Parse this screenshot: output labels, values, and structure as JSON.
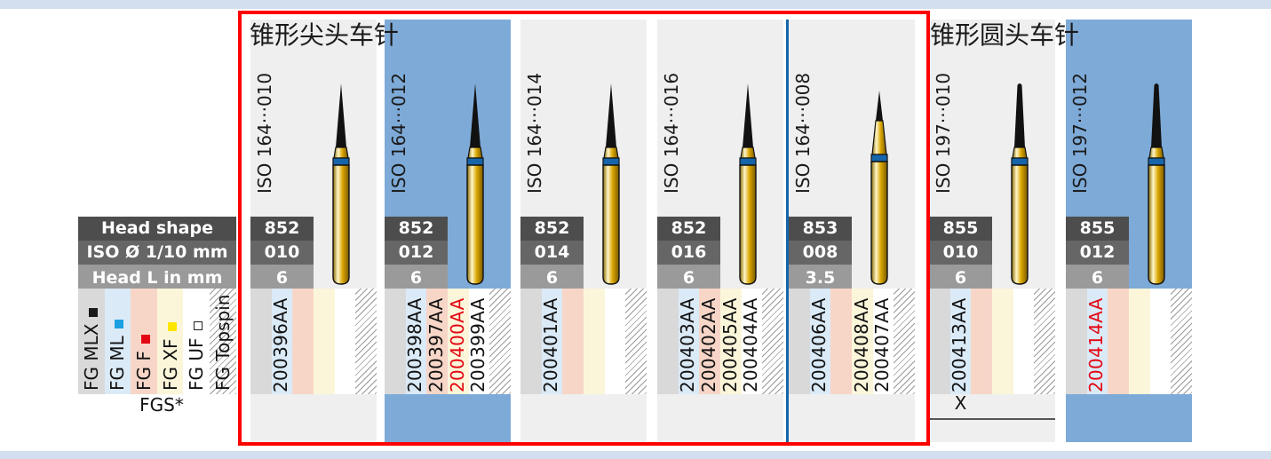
{
  "sections": [
    {
      "title": "锥形尖头车针",
      "type": "tapered-pointed"
    },
    {
      "title": "锥形圆头车针",
      "type": "tapered-round"
    }
  ],
  "legend": {
    "rows": [
      "Head shape",
      "ISO Ø 1/10 mm",
      "Head L in mm"
    ],
    "grades": [
      {
        "label": "FG MLX",
        "color": "#1a1a1a",
        "swatch": "filled-black"
      },
      {
        "label": "FG ML",
        "color": "#1ba1e2",
        "swatch": "filled-cyan"
      },
      {
        "label": "FG F",
        "color": "#e30613",
        "swatch": "filled-red"
      },
      {
        "label": "FG XF",
        "color": "#ffe600",
        "swatch": "filled-yellow"
      },
      {
        "label": "FG UF",
        "color": "#ffffff",
        "swatch": "outline-white"
      },
      {
        "label": "FG Topspin",
        "color": "#bbbbbb",
        "swatch": "hatched"
      }
    ],
    "footer": "FGS*"
  },
  "columns": [
    {
      "iso": "ISO 164···010",
      "head_shape": "852",
      "iso_dia": "010",
      "head_len": "6",
      "highlight": false,
      "codes": {
        "mlx": "",
        "ml": "200396AA",
        "f": "",
        "xf": "",
        "uf": "",
        "topspin": ""
      },
      "red": [],
      "fgs": ""
    },
    {
      "iso": "ISO 164···012",
      "head_shape": "852",
      "iso_dia": "012",
      "head_len": "6",
      "highlight": true,
      "codes": {
        "mlx": "",
        "ml": "200398AA",
        "f": "200397AA",
        "xf": "200400AA",
        "uf": "200399AA",
        "topspin": ""
      },
      "red": [
        "xf"
      ],
      "fgs": ""
    },
    {
      "iso": "ISO 164···014",
      "head_shape": "852",
      "iso_dia": "014",
      "head_len": "6",
      "highlight": false,
      "codes": {
        "mlx": "",
        "ml": "200401AA",
        "f": "",
        "xf": "",
        "uf": "",
        "topspin": ""
      },
      "red": [],
      "fgs": ""
    },
    {
      "iso": "ISO 164···016",
      "head_shape": "852",
      "iso_dia": "016",
      "head_len": "6",
      "highlight": false,
      "codes": {
        "mlx": "",
        "ml": "200403AA",
        "f": "200402AA",
        "xf": "200405AA",
        "uf": "200404AA",
        "topspin": ""
      },
      "red": [],
      "fgs": ""
    },
    {
      "iso": "ISO 164···008",
      "head_shape": "853",
      "iso_dia": "008",
      "head_len": "3.5",
      "highlight": false,
      "codes": {
        "mlx": "",
        "ml": "200406AA",
        "f": "",
        "xf": "200408AA",
        "uf": "200407AA",
        "topspin": ""
      },
      "red": [],
      "fgs": ""
    },
    {
      "iso": "ISO 197···010",
      "head_shape": "855",
      "iso_dia": "010",
      "head_len": "6",
      "highlight": false,
      "codes": {
        "mlx": "",
        "ml": "200413AA",
        "f": "",
        "xf": "",
        "uf": "",
        "topspin": ""
      },
      "red": [],
      "fgs": "X"
    },
    {
      "iso": "ISO 197···012",
      "head_shape": "855",
      "iso_dia": "012",
      "head_len": "6",
      "highlight": true,
      "codes": {
        "mlx": "",
        "ml": "200414AA",
        "f": "",
        "xf": "",
        "uf": "",
        "topspin": ""
      },
      "red": [
        "ml"
      ],
      "fgs": ""
    }
  ],
  "colors": {
    "highlight_box": "#ff0000",
    "highlight_column": "#7eaad8",
    "plain_column": "#efefef",
    "band": "#d3deef",
    "divider": "#1665ab",
    "code_red": "#e30613"
  }
}
